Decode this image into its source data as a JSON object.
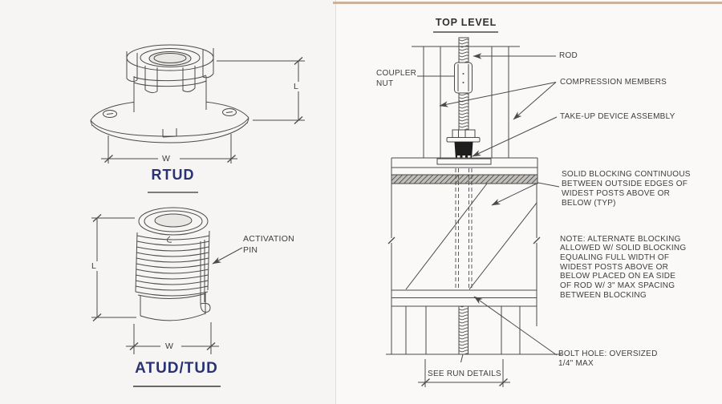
{
  "colors": {
    "title_navy": "#2a3272",
    "line_gray": "#4a4a4a",
    "tan_bar": "#cdb19b",
    "device_fill": "#1d1d1d"
  },
  "left_panel": {
    "rtud": {
      "title": "RTUD",
      "dim_length": "L",
      "dim_width": "W"
    },
    "atud": {
      "title": "ATUD/TUD",
      "dim_length": "L",
      "dim_width": "W",
      "activation_pin": [
        "ACTIVATION",
        "PIN"
      ]
    }
  },
  "detail": {
    "title": "TOP LEVEL",
    "rod": "ROD",
    "coupler_nut": [
      "COUPLER",
      "NUT"
    ],
    "compression_members": "COMPRESSION MEMBERS",
    "take_up_device": "TAKE-UP DEVICE ASSEMBLY",
    "solid_blocking": [
      "SOLID BLOCKING CONTINUOUS",
      "BETWEEN OUTSIDE EDGES OF",
      "WIDEST POSTS ABOVE OR",
      "BELOW (TYP)"
    ],
    "note": [
      "NOTE:  ALTERNATE BLOCKING",
      "ALLOWED W/ SOLID BLOCKING",
      "EQUALING FULL WIDTH OF",
      "WIDEST POSTS ABOVE OR",
      "BELOW PLACED ON EA SIDE",
      "OF ROD W/ 3\" MAX SPACING",
      "BETWEEN BLOCKING"
    ],
    "bolt_hole": [
      "BOLT HOLE:  OVERSIZED",
      "1/4\" MAX"
    ],
    "see_run_details": "SEE RUN DETAILS"
  }
}
